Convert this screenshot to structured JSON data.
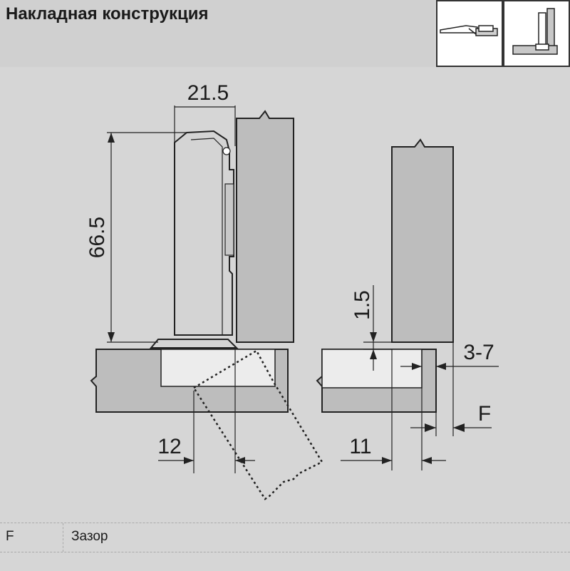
{
  "header": {
    "title": "Накладная конструкция"
  },
  "thumbnails": [
    {
      "icon": "hinge-overlay-thumb-icon"
    },
    {
      "icon": "hinge-side-view-thumb-icon"
    }
  ],
  "diagram": {
    "dim_width": "21.5",
    "dim_height": "66.5",
    "dim_cup_offset": "12",
    "dim_gap_vertical": "1.5",
    "dim_overlay_range": "3-7",
    "dim_f": "F",
    "dim_11": "11"
  },
  "legend": {
    "key": "F",
    "value": "Зазор"
  }
}
